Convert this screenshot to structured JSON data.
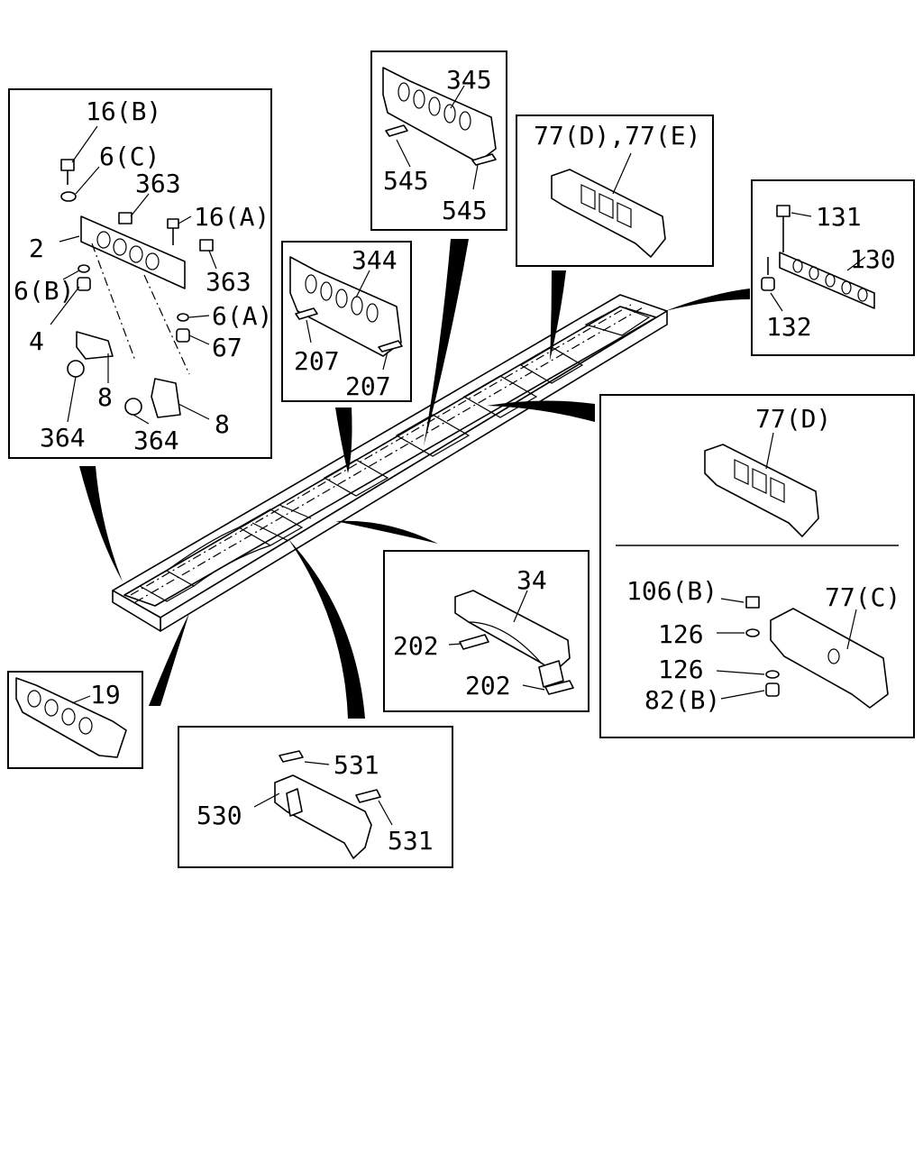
{
  "labels": {
    "p16B": "16(B)",
    "p6C": "6(C)",
    "p363a": "363",
    "p16A": "16(A)",
    "p2": "2",
    "p363b": "363",
    "p6B": "6(B)",
    "p6A": "6(A)",
    "p4": "4",
    "p67": "67",
    "p8a": "8",
    "p8b": "8",
    "p364a": "364",
    "p364b": "364",
    "p345": "345",
    "p545a": "545",
    "p545b": "545",
    "p77DE": "77(D),77(E)",
    "p131": "131",
    "p130": "130",
    "p132": "132",
    "p344": "344",
    "p207a": "207",
    "p207b": "207",
    "p77D": "77(D)",
    "p106B": "106(B)",
    "p77C": "77(C)",
    "p126a": "126",
    "p126b": "126",
    "p82B": "82(B)",
    "p34": "34",
    "p202a": "202",
    "p202b": "202",
    "p19": "19",
    "p531a": "531",
    "p531b": "531",
    "p530": "530"
  }
}
